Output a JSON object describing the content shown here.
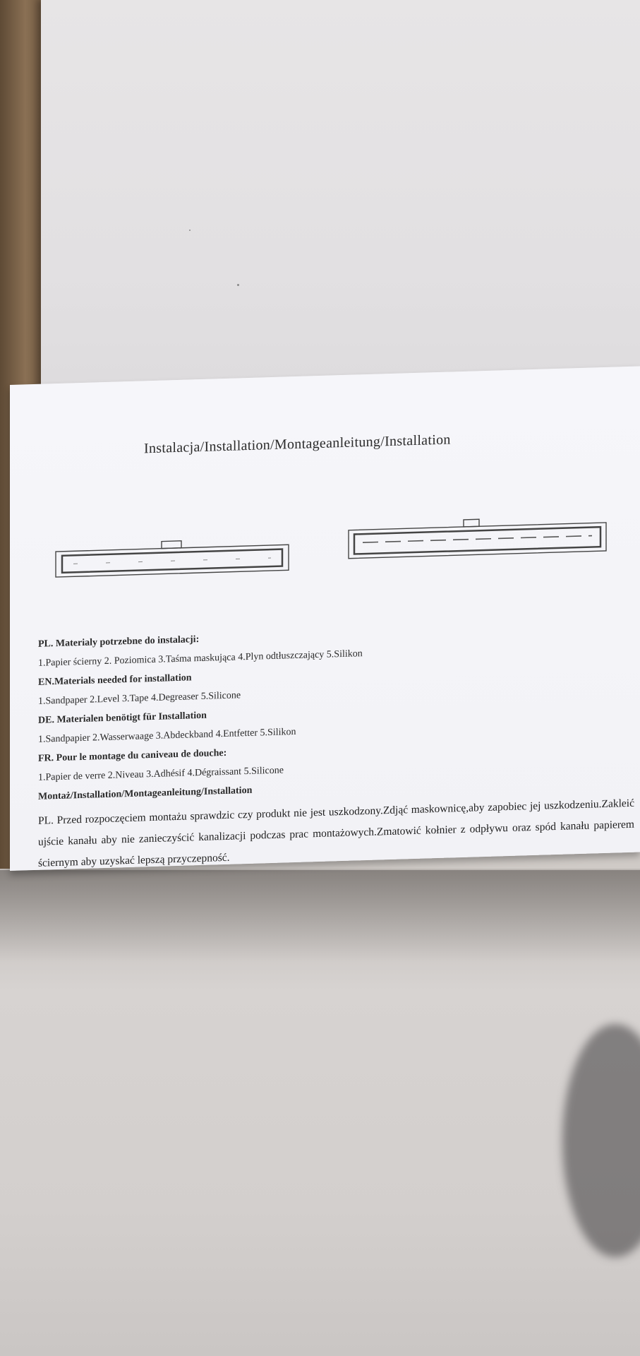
{
  "sheet": {
    "title": "Instalacja/Installation/Montageanleitung/Installation",
    "sections": [
      {
        "id": "pl",
        "heading": "PL. Materialy potrzebne do instalacji:",
        "items": "1.Papier ścierny 2. Poziomica 3.Taśma maskująca 4.Plyn odtłuszczający 5.Silikon"
      },
      {
        "id": "en",
        "heading": "EN.Materials needed for installation",
        "items": "1.Sandpaper 2.Level 3.Tape 4.Degreaser 5.Silicone"
      },
      {
        "id": "de",
        "heading": "DE. Materialen benötigt für Installation",
        "items": "1.Sandpapier 2.Wasserwaage 3.Abdeckband 4.Entfetter 5.Silikon"
      },
      {
        "id": "fr",
        "heading": "FR. Pour le montage du caniveau de douche:",
        "items": "1.Papier de verre 2.Niveau 3.Adhésif 4.Dégraissant 5.Silicone"
      }
    ],
    "montage_heading": "Montaż/Installation/Montageanleitung/Installation",
    "montage_paragraph": "PL. Przed rozpoczęciem montażu sprawdzic czy produkt nie jest uszkodzony.Zdjąć maskownicę,aby zapobiec jej uszkodzeniu.Zakleić ujście kanału aby nie zanieczyścić kanalizacji podczas prac montażowych.Zmatowić kołnier z odpływu oraz spód kanału papierem ściernym aby uzyskać lepszą przyczepność."
  },
  "colors": {
    "paper": "#f4f4f8",
    "ink": "#2a2a2a",
    "lid": "#e4e2e4",
    "cardboard": "#7a624a"
  }
}
